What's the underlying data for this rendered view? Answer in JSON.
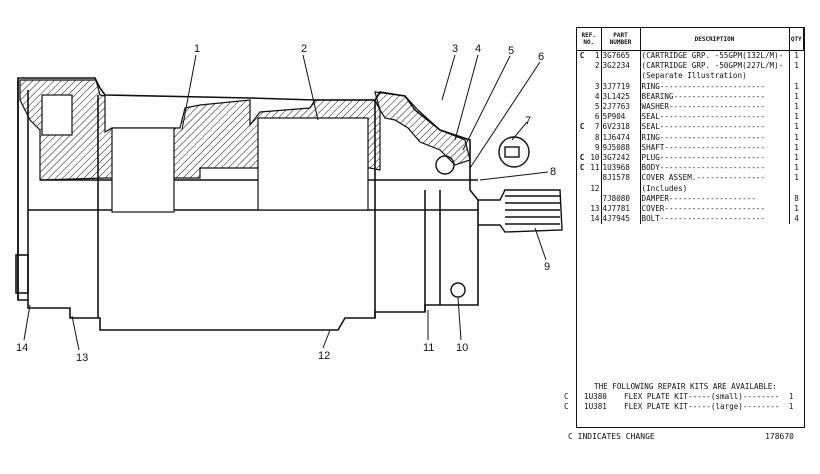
{
  "table": {
    "headers": {
      "ref": "REF. NO.",
      "part": "PART NUMBER",
      "desc": "DESCRIPTION",
      "qty": "QTY"
    },
    "rows": [
      {
        "c": "C",
        "ref": "1",
        "part": "3G7665",
        "desc": "(CARTRIDGE GRP. -55GPM(132L/M)-",
        "qty": "1"
      },
      {
        "c": "",
        "ref": "2",
        "part": "3G2234",
        "desc": "(CARTRIDGE GRP. -50GPM(227L/M)-",
        "qty": "1"
      },
      {
        "c": "",
        "ref": "",
        "part": "",
        "desc": "(Separate Illustration)",
        "qty": ""
      },
      {
        "c": "",
        "ref": "3",
        "part": "3J7719",
        "desc": "RING-----------------------",
        "qty": "1"
      },
      {
        "c": "",
        "ref": "4",
        "part": "3L1425",
        "desc": "BEARING--------------------",
        "qty": "1"
      },
      {
        "c": "",
        "ref": "5",
        "part": "2J7763",
        "desc": "WASHER---------------------",
        "qty": "1"
      },
      {
        "c": "",
        "ref": "6",
        "part": "5P904",
        "desc": "SEAL-----------------------",
        "qty": "1"
      },
      {
        "c": "C",
        "ref": "7",
        "part": "6V2318",
        "desc": "SEAL-----------------------",
        "qty": "1"
      },
      {
        "c": "",
        "ref": "8",
        "part": "1J6474",
        "desc": "RING-----------------------",
        "qty": "1"
      },
      {
        "c": "",
        "ref": "9",
        "part": "9J5088",
        "desc": "SHAFT----------------------",
        "qty": "1"
      },
      {
        "c": "C",
        "ref": "10",
        "part": "3G7242",
        "desc": "PLUG-----------------------",
        "qty": "1"
      },
      {
        "c": "C",
        "ref": "11",
        "part": "1U3968",
        "desc": "BODY-----------------------",
        "qty": "1"
      },
      {
        "c": "",
        "ref": "",
        "part": "8J1578",
        "desc": "COVER ASSEM.---------------",
        "qty": "1"
      },
      {
        "c": "",
        "ref": "12",
        "part": "",
        "desc": "(Includes)",
        "qty": ""
      },
      {
        "c": "",
        "ref": "",
        "part": "7J8080",
        "desc": "DAMPER-------------------",
        "qty": "8"
      },
      {
        "c": "",
        "ref": "13",
        "part": "4J7781",
        "desc": "COVER----------------------",
        "qty": "1"
      },
      {
        "c": "",
        "ref": "14",
        "part": "4J7945",
        "desc": "BOLT-----------------------",
        "qty": "4"
      }
    ]
  },
  "kits": {
    "header": "THE FOLLOWING REPAIR KITS ARE AVAILABLE:",
    "rows": [
      {
        "c": "C",
        "part": "1U380",
        "desc": "FLEX PLATE KIT-----(small)--------",
        "qty": "1"
      },
      {
        "c": "C",
        "part": "1U381",
        "desc": "FLEX PLATE KIT-----(large)--------",
        "qty": "1"
      }
    ]
  },
  "footer": {
    "legend": "C INDICATES CHANGE",
    "drawing_no": "178670"
  },
  "callouts": [
    "1",
    "2",
    "3",
    "4",
    "5",
    "6",
    "7",
    "8",
    "9",
    "10",
    "11",
    "12",
    "13",
    "14"
  ]
}
